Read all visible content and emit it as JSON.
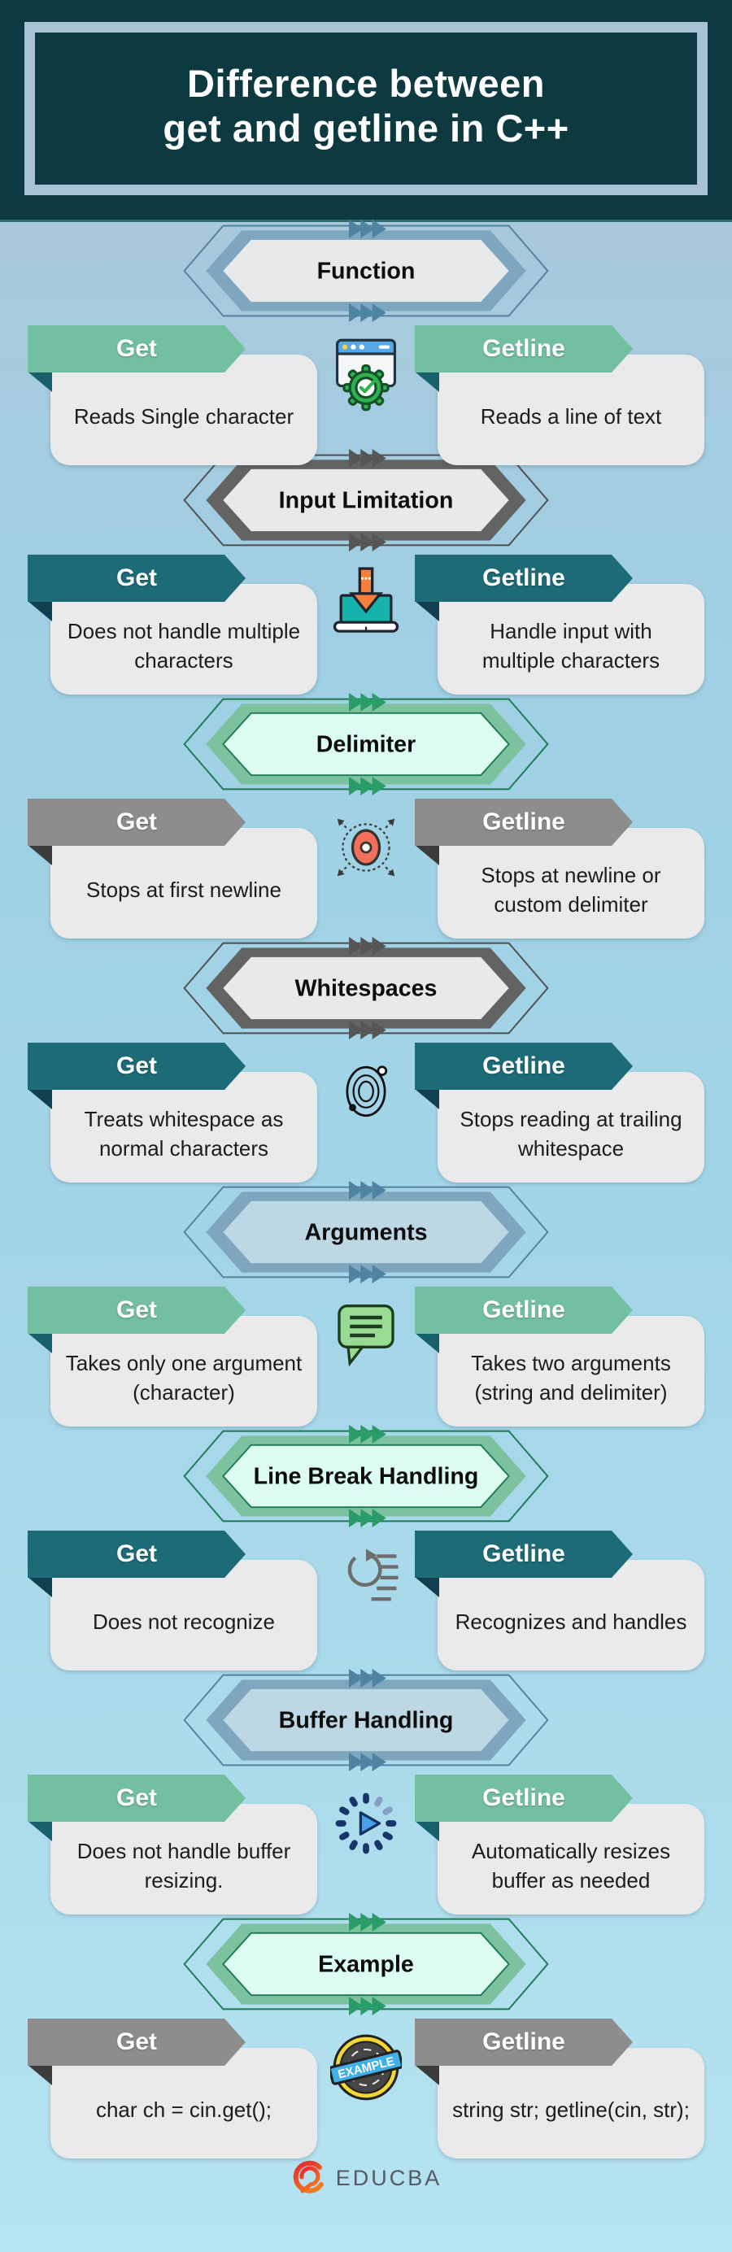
{
  "page": {
    "title_line1": "Difference between",
    "title_line2": "get and getline in C++"
  },
  "labels": {
    "get": "Get",
    "getline": "Getline"
  },
  "sections": [
    {
      "title": "Function",
      "theme": "blue",
      "ribbon": "green",
      "icon": "browser-gear-icon",
      "get": "Reads Single character",
      "getline": "Reads a line of text"
    },
    {
      "title": "Input Limitation",
      "theme": "gray",
      "ribbon": "teal",
      "icon": "laptop-download-icon",
      "get": "Does not handle multiple characters",
      "getline": "Handle input with multiple characters"
    },
    {
      "title": "Delimiter",
      "theme": "green",
      "ribbon": "gray",
      "icon": "target-disc-icon",
      "get": "Stops at first newline",
      "getline": "Stops at newline or custom delimiter"
    },
    {
      "title": "Whitespaces",
      "theme": "gray",
      "ribbon": "teal",
      "icon": "orbit-icon",
      "get": "Treats whitespace as normal characters",
      "getline": "Stops reading at trailing whitespace"
    },
    {
      "title": "Arguments",
      "theme": "blue-light",
      "ribbon": "green",
      "icon": "chat-bubble-icon",
      "get": "Takes only one argument (character)",
      "getline": "Takes two arguments (string and delimiter)"
    },
    {
      "title": "Line Break Handling",
      "theme": "green",
      "ribbon": "teal",
      "icon": "loop-lines-icon",
      "get": "Does not recognize",
      "getline": "Recognizes and handles"
    },
    {
      "title": "Buffer Handling",
      "theme": "blue-light",
      "ribbon": "green",
      "icon": "spinner-play-icon",
      "get": "Does not handle buffer resizing.",
      "getline": "Automatically resizes buffer as needed"
    },
    {
      "title": "Example",
      "theme": "green",
      "ribbon": "gray",
      "icon": "example-badge-icon",
      "get": "char ch = cin.get();",
      "getline": "string str; getline(cin, str);"
    }
  ],
  "icon_text": {
    "example_badge": "EXAMPLE"
  },
  "footer": {
    "brand": "EDUCBA"
  },
  "colors": {
    "banner_dark_teal": "#0c3a40",
    "banner_frame_blue": "#a9c2d4",
    "ribbon_green": "#72c0a0",
    "ribbon_teal": "#1d6b77",
    "ribbon_gray": "#8d8d8d",
    "hex_green_fill": "#dbfcef",
    "hex_blue_band": "#7fa6bf",
    "card_body_gray": "#eaeaea",
    "background_blue": "#a3d5e8"
  }
}
